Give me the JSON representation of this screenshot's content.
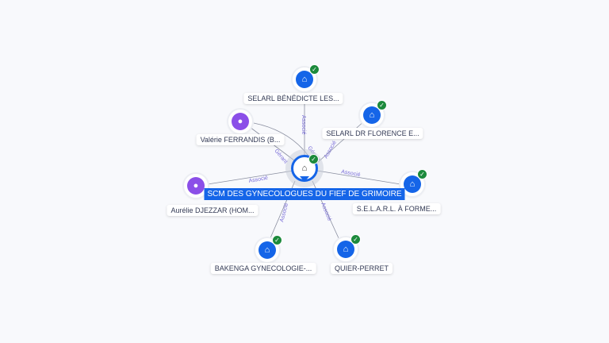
{
  "center": {
    "label": "SCM DES GYNECOLOGUES DU FIEF DE GRIMOIRE",
    "icon": "building-icon",
    "verified": true
  },
  "nodes": [
    {
      "id": "selarl-benedicte",
      "label": "SELARL BÉNÉDICTE LES...",
      "type": "company",
      "verified": true
    },
    {
      "id": "selarl-florence",
      "label": "SELARL DR FLORENCE E...",
      "type": "company",
      "verified": true
    },
    {
      "id": "valerie",
      "label": "Valérie FERRANDIS (B...",
      "type": "person",
      "verified": false
    },
    {
      "id": "selarl-forme",
      "label": "S.E.L.A.R.L. À FORME...",
      "type": "company",
      "verified": true
    },
    {
      "id": "aurelie",
      "label": "Aurélie DJEZZAR (HOM...",
      "type": "person",
      "verified": false
    },
    {
      "id": "bakenga",
      "label": "BAKENGA GYNECOLOGIE-...",
      "type": "company",
      "verified": true
    },
    {
      "id": "quier-perret",
      "label": "QUIER-PERRET",
      "type": "company",
      "verified": true
    }
  ],
  "edges": [
    {
      "label": "Associé"
    },
    {
      "label": "Associé"
    },
    {
      "label": "Gérant"
    },
    {
      "label": "Associé"
    },
    {
      "label": "Associé"
    },
    {
      "label": "Associé"
    },
    {
      "label": "Associé"
    },
    {
      "label": "Gérant"
    }
  ],
  "colors": {
    "company": "#1565e8",
    "person": "#8b4fe8",
    "verified": "#1c8a3c",
    "edge_label": "#7b6fd8"
  }
}
